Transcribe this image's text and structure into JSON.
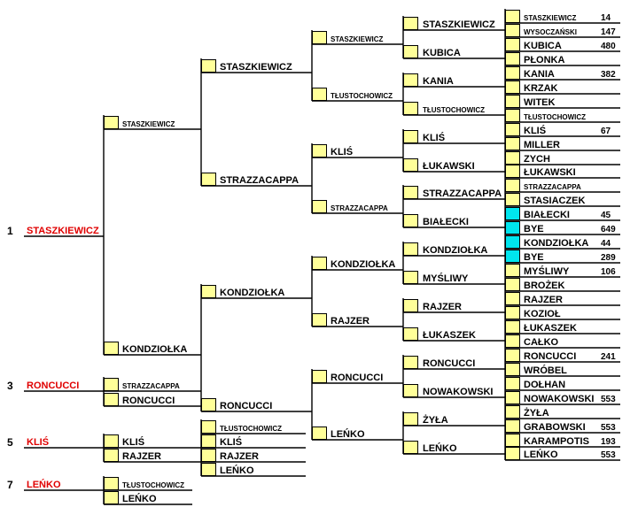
{
  "colors": {
    "line": "#000000",
    "box_yellow": "#ffff99",
    "box_cyan": "#00e5ee",
    "highlight_red": "#e00000"
  },
  "players": [
    {
      "name": "STASZKIEWICZ",
      "seed": "14"
    },
    {
      "name": "WYSOCZAŃSKI",
      "seed": "147"
    },
    {
      "name": "KUBICA",
      "seed": "480"
    },
    {
      "name": "PŁONKA",
      "seed": ""
    },
    {
      "name": "KANIA",
      "seed": "382"
    },
    {
      "name": "KRZAK",
      "seed": ""
    },
    {
      "name": "WITEK",
      "seed": ""
    },
    {
      "name": "TŁUSTOCHOWICZ",
      "seed": ""
    },
    {
      "name": "KLIŚ",
      "seed": "67"
    },
    {
      "name": "MILLER",
      "seed": ""
    },
    {
      "name": "ZYCH",
      "seed": ""
    },
    {
      "name": "ŁUKAWSKI",
      "seed": ""
    },
    {
      "name": "STRAZZACAPPA",
      "seed": ""
    },
    {
      "name": "STASIACZEK",
      "seed": ""
    },
    {
      "name": "BIAŁECKI",
      "seed": "45"
    },
    {
      "name": "BYE",
      "seed": "649"
    },
    {
      "name": "KONDZIOŁKA",
      "seed": "44"
    },
    {
      "name": "BYE",
      "seed": "289"
    },
    {
      "name": "MYŚLIWY",
      "seed": "106"
    },
    {
      "name": "BROŻEK",
      "seed": ""
    },
    {
      "name": "RAJZER",
      "seed": ""
    },
    {
      "name": "KOZIOŁ",
      "seed": ""
    },
    {
      "name": "ŁUKASZEK",
      "seed": ""
    },
    {
      "name": "CAŁKO",
      "seed": ""
    },
    {
      "name": "RONCUCCI",
      "seed": "241"
    },
    {
      "name": "WRÓBEL",
      "seed": ""
    },
    {
      "name": "DOŁHAN",
      "seed": ""
    },
    {
      "name": "NOWAKOWSKI",
      "seed": "553"
    },
    {
      "name": "ŻYŁA",
      "seed": ""
    },
    {
      "name": "GRABOWSKI",
      "seed": "553"
    },
    {
      "name": "KARAMPOTIS",
      "seed": "193"
    },
    {
      "name": "LEŃKO",
      "seed": "553"
    }
  ],
  "round2": [
    "STASZKIEWICZ",
    "KUBICA",
    "KANIA",
    "TŁUSTOCHOWICZ",
    "KLIŚ",
    "ŁUKAWSKI",
    "STRAZZACAPPA",
    "BIAŁECKI",
    "KONDZIOŁKA",
    "MYŚLIWY",
    "RAJZER",
    "ŁUKASZEK",
    "RONCUCCI",
    "NOWAKOWSKI",
    "ŻYŁA",
    "LEŃKO"
  ],
  "round3": [
    "STASZKIEWICZ",
    "TŁUSTOCHOWICZ",
    "KLIŚ",
    "STRAZZACAPPA",
    "KONDZIOŁKA",
    "RAJZER",
    "RONCUCCI",
    "LEŃKO"
  ],
  "round4": [
    "STASZKIEWICZ",
    "STRAZZACAPPA",
    "KONDZIOŁKA",
    "RONCUCCI"
  ],
  "round5": [
    "STASZKIEWICZ",
    "KONDZIOŁKA"
  ],
  "final": {
    "place": "1",
    "winner": "STASZKIEWICZ"
  },
  "third_place": {
    "place": "3",
    "winner": "RONCUCCI",
    "players": [
      "STRAZZACAPPA",
      "RONCUCCI"
    ]
  },
  "fifth_place": {
    "place": "5",
    "winner": "KLIŚ",
    "semis": [
      "TŁUSTOCHOWICZ",
      "KLIŚ",
      "RAJZER",
      "LEŃKO"
    ],
    "players": [
      "KLIŚ",
      "RAJZER"
    ]
  },
  "seventh_place": {
    "place": "7",
    "winner": "LEŃKO",
    "players": [
      "TŁUSTOCHOWICZ",
      "LEŃKO"
    ]
  }
}
